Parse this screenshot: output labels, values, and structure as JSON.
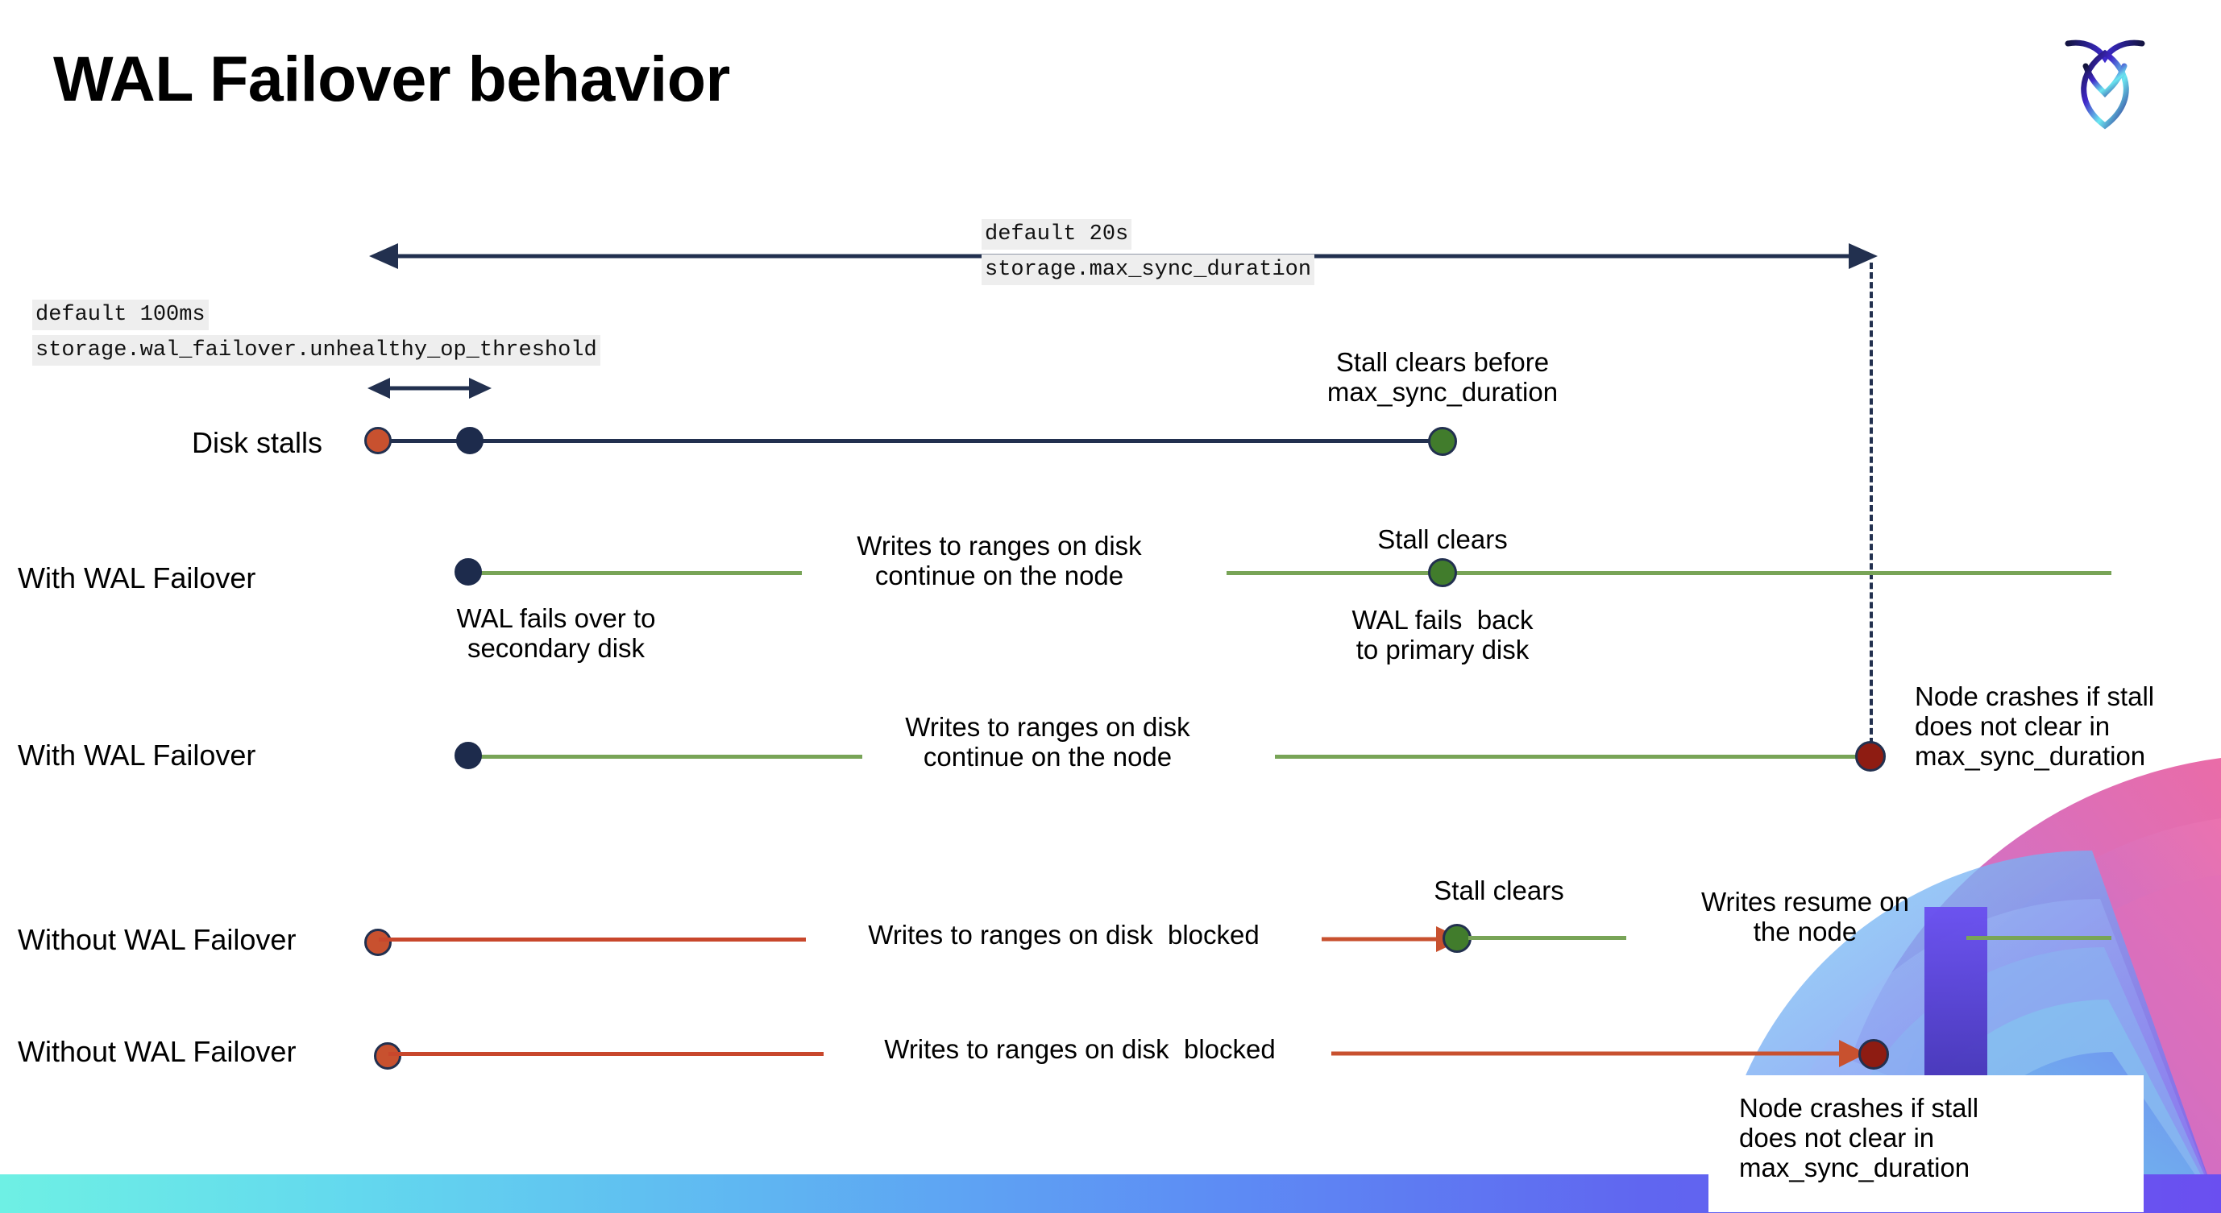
{
  "slide": {
    "title": "WAL Failover behavior",
    "logo_name": "cockroachdb-logo"
  },
  "annotations": {
    "max_sync_default": "default 20s",
    "max_sync_setting": "storage.max_sync_duration",
    "unhealthy_default": "default 100ms",
    "unhealthy_setting": "storage.wal_failover.unhealthy_op_threshold"
  },
  "rows": [
    {
      "label": "Disk stalls"
    },
    {
      "label": "With WAL Failover"
    },
    {
      "label": "With WAL Failover"
    },
    {
      "label": "Without WAL Failover"
    },
    {
      "label": "Without WAL Failover"
    }
  ],
  "callouts": {
    "stall_clears_before": "Stall clears before\nmax_sync_duration",
    "stall_clears": "Stall clears",
    "wal_fails_over": "WAL fails over to\nsecondary disk",
    "wal_fails_back": "WAL fails  back\nto primary disk",
    "writes_continue_1": "Writes to ranges on disk\ncontinue on the node",
    "writes_continue_2": "Writes to ranges on disk\ncontinue on the node",
    "writes_blocked_1": "Writes to ranges on disk  blocked",
    "writes_blocked_2": "Writes to ranges on disk  blocked",
    "writes_resume": "Writes resume on\nthe node",
    "node_crashes_1": "Node crashes if stall\ndoes not clear in\nmax_sync_duration",
    "node_crashes_2": "Node crashes if stall\ndoes not clear in\nmax_sync_duration"
  },
  "colors": {
    "navy": "#22304f",
    "green": "#78a457",
    "orange": "#c8512f",
    "dark_red": "#8e1c12",
    "green_dot": "#417c2c",
    "mono_bg": "#eeeeee",
    "bar_start": "#6ef0e4",
    "bar_end": "#6a4ff0"
  }
}
